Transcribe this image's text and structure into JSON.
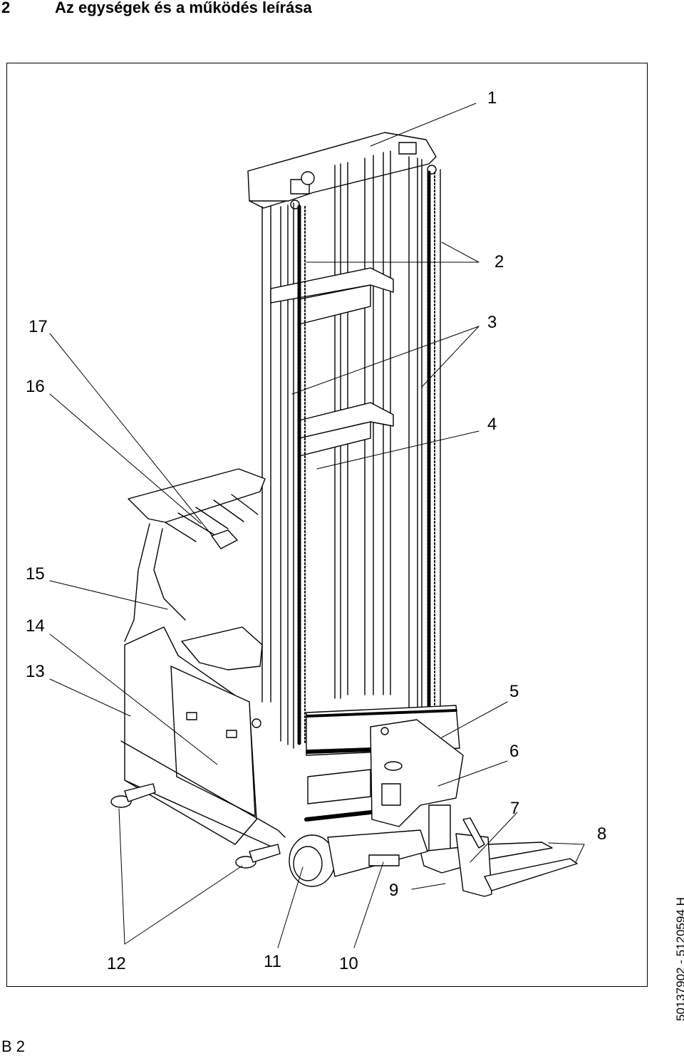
{
  "header": {
    "chapter_number": "2",
    "title": "Az egységek és a működés leírása"
  },
  "figure": {
    "subject": "reach-truck-illustration",
    "callouts": [
      "1",
      "2",
      "3",
      "4",
      "5",
      "6",
      "7",
      "8",
      "9",
      "10",
      "11",
      "12",
      "13",
      "14",
      "15",
      "16",
      "17"
    ],
    "document_code": "50137902 - 5120594 H"
  },
  "footer": {
    "page_label": "B 2"
  }
}
